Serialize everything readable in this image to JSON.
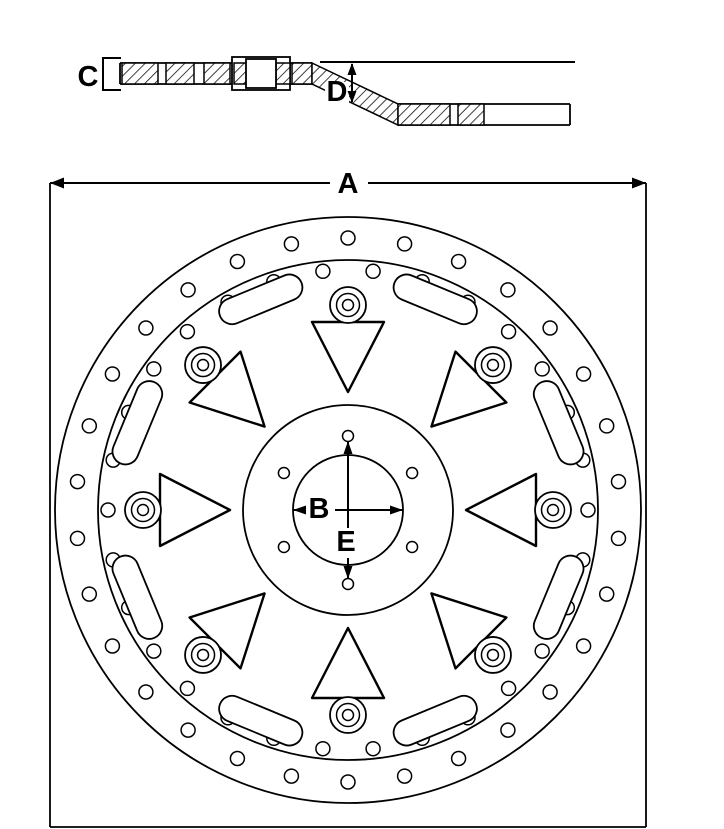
{
  "colors": {
    "line": "#000000",
    "background": "#ffffff"
  },
  "labels": {
    "outer_diameter": "A",
    "bore_diameter": "B",
    "thickness": "C",
    "offset": "D",
    "bolt_circle": "E"
  },
  "front_view": {
    "bobbin_count": 8,
    "bolt_hole_count": 6,
    "drill_rows": [
      {
        "radius": 272,
        "count": 30,
        "offset_deg": 0,
        "hole_radius": 7
      },
      {
        "radius": 240,
        "count": 30,
        "offset_deg": 6,
        "hole_radius": 7
      }
    ]
  }
}
